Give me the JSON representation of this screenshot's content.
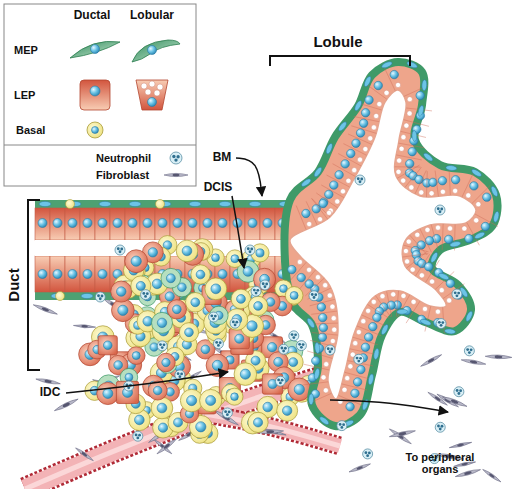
{
  "diagram": {
    "labels": [
      "Ductal",
      "Lobular",
      "Lobule",
      "Duct",
      "BM",
      "DCIS",
      "IDC",
      "To peripheral organs"
    ],
    "legend": [
      {
        "text": "MEP"
      },
      {
        "text": "LEP"
      },
      {
        "text": "Basal"
      },
      {
        "text": "Neutrophil"
      },
      {
        "text": "Fibroblast"
      }
    ]
  }
}
